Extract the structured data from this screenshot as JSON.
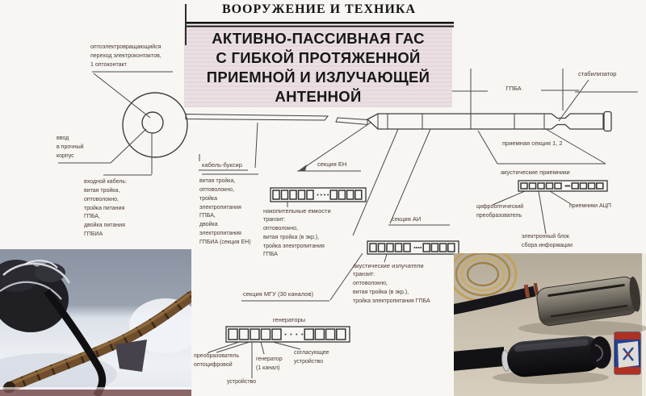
{
  "masthead": "ВООРУЖЕНИЕ И ТЕХНИКА",
  "title": "АКТИВНО-ПАССИВНАЯ ГАС\nС ГИБКОЙ ПРОТЯЖЕННОЙ\nПРИЕМНОЙ И ИЗЛУЧАЮЩЕЙ\nАНТЕННОЙ",
  "diagram": {
    "labels": {
      "opto_rotary": "оптоэлектровращающийся\nпереход электроконтактов,\n1 оптоконтакт",
      "hull_entry": "ввод\nв прочный\nкорпус",
      "input_cable": "входной кабель:\nвитая тройка,\nоптоволокно,\nтройка питания\nГПБА,\nдвойка питания\nГПБИА",
      "cable_tug": "кабель-буксир",
      "cable_tug_detail": "витая тройка,\nоптоволокно,\nтройка\nэлектропитания\nГПБА,\nдвойка\nэлектропитания\nГПБИА (секция ЕН)",
      "section_en": "секция ЕН",
      "capacities": "накопительные емкости",
      "transit_en": "транзит:\nоптоволокно,\nвитая тройка (в экр.),\nтройка электропитания\nГПБА",
      "section_ai": "секция АИ",
      "radiators": "акустические излучатели",
      "transit_ai": "транзит:\nоптоволокно,\nвитая тройка (в экр.),\nтройка электропитания ГПБА",
      "section_mgu": "секция МГУ (30 каналов)",
      "generators": "генераторы",
      "conv_optodigital": "преобразователь\nоптоцифровой",
      "device": "устройство",
      "generator_1ch": "генератор\n(1 канал)",
      "matching_device": "согласующее\nустройство",
      "gpba": "ГПБА",
      "stabilizer": "стабилизатор",
      "recv_sections": "приемная секция 1, 2",
      "acoustic_receivers": "акустические приемники",
      "digital_optical_conv": "цифрооптический\nпреобразователь",
      "adc_receivers": "приемники АЦП",
      "electronic_unit": "электронный блок\nсбора информации"
    }
  },
  "colors": {
    "clipping_background": "#eadfe3",
    "label_ink": "#4a3734",
    "line_ink": "#454545",
    "photo_left_sky": "#8a93a2",
    "photo_left_snow": "#e8ebf0",
    "photo_left_cable_brown": "#6f4e2d",
    "photo_right_background": "#c9c0b0",
    "photo_right_coil_yellow": "#c2a158",
    "matchbox_blue": "#27408f",
    "matchbox_red": "#ae3122"
  }
}
